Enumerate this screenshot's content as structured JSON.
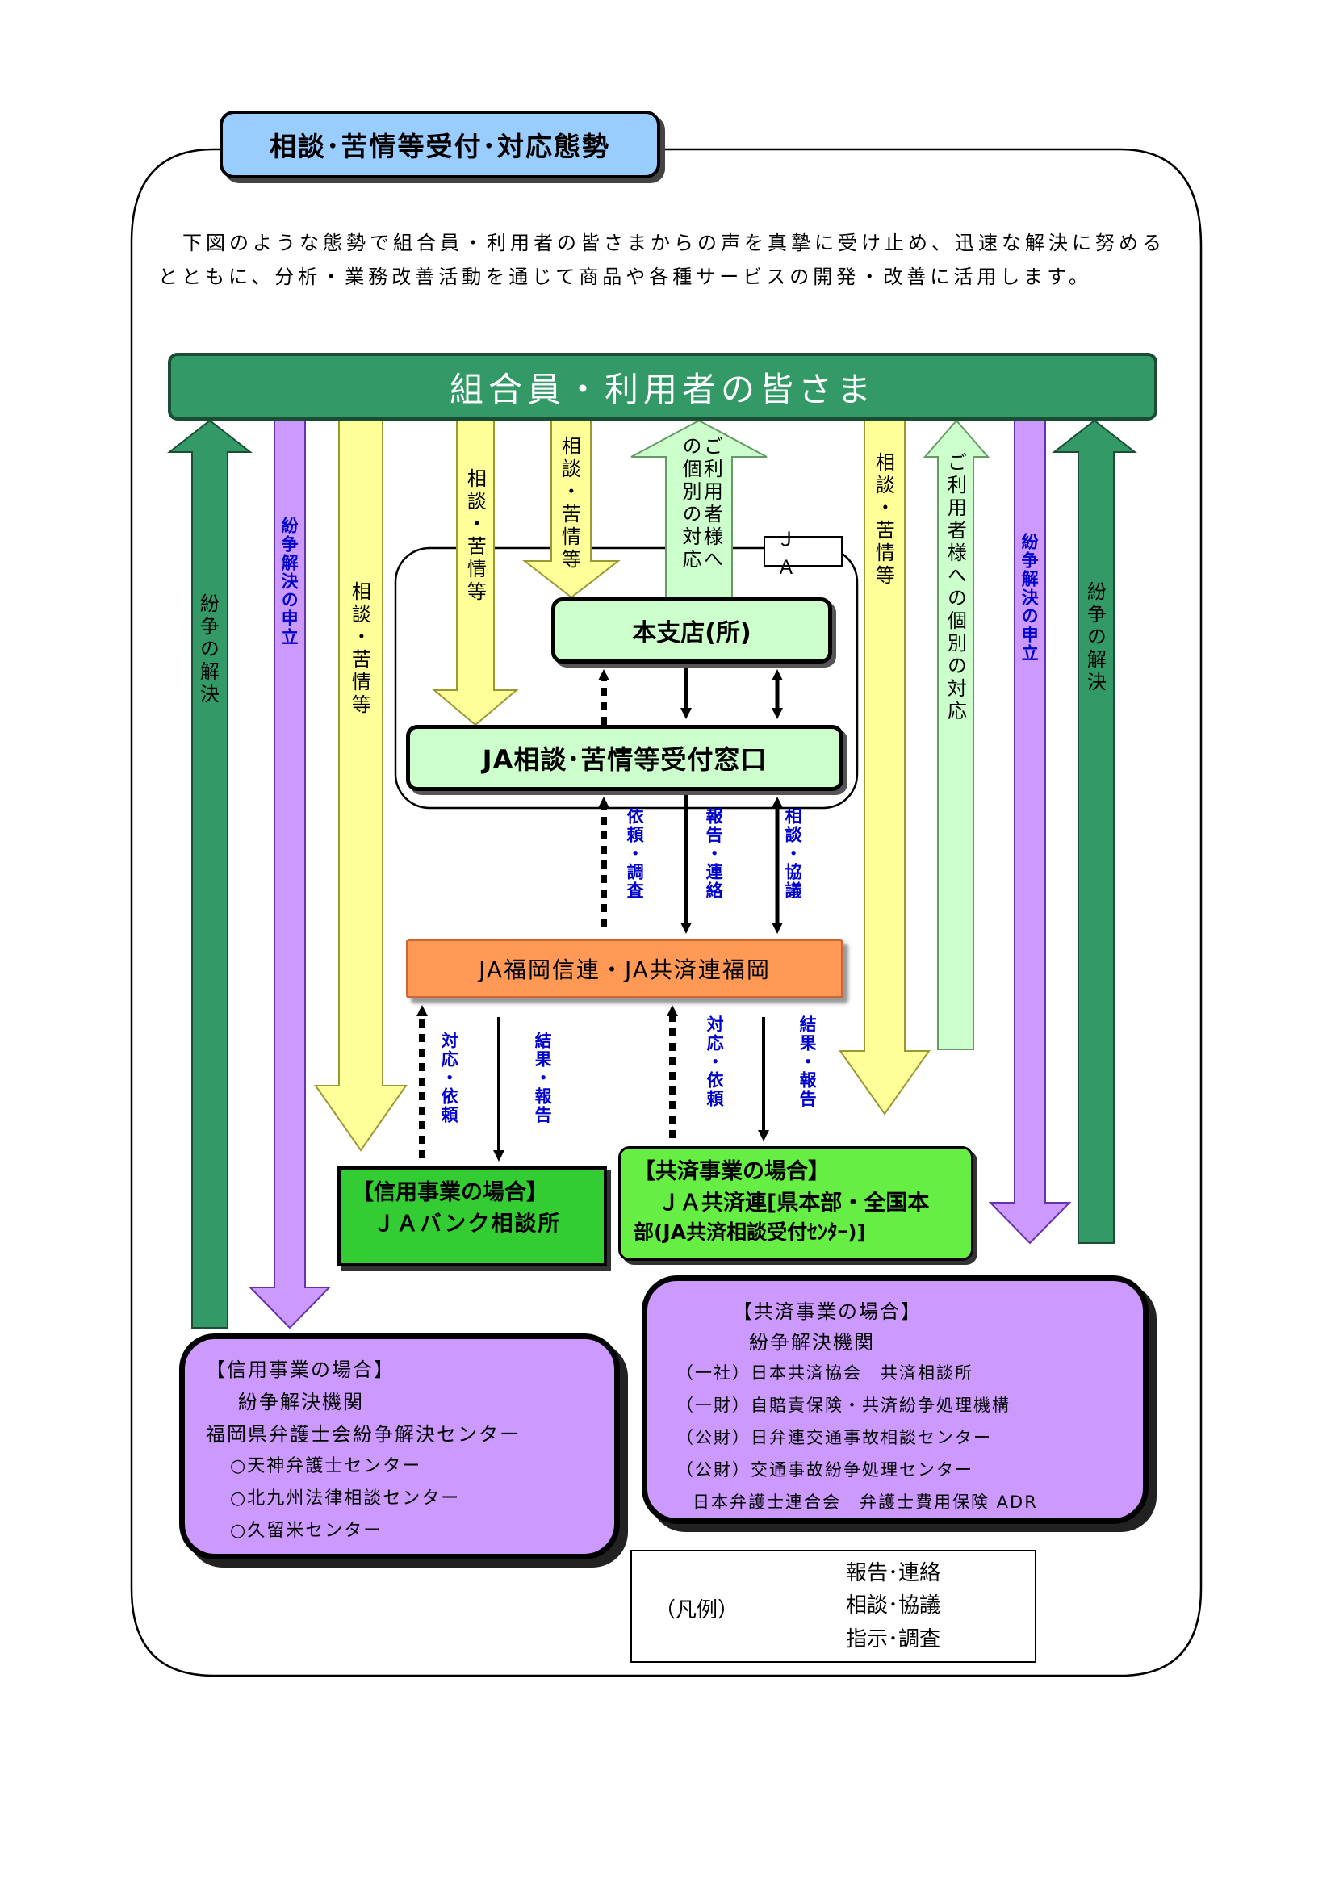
{
  "header": {
    "title": "相談･苦情等受付･対応態勢"
  },
  "intro": {
    "line1": "下図のような態勢で組合員・利用者の皆さまからの声を真摯に受け止め、迅速な解決に努める",
    "line2": "とともに、分析・業務改善活動を通じて商品や各種サービスの開発・改善に活用します。"
  },
  "banner": {
    "text": "組合員・利用者の皆さま"
  },
  "arrow_labels": {
    "dispute_resolution": "紛争の解決",
    "dispute_application": "紛争解決の申立",
    "consultation": "相談・苦情等",
    "individual_response": "ご利用者様への個別の対応"
  },
  "ja_label": "ＪＡ",
  "boxes": {
    "branch": "本支店(所)",
    "window": "JA相談･苦情等受付窓口",
    "federation": "JA福岡信連・JA共済連福岡",
    "credit_case": {
      "line1": "【信用事業の場合】",
      "line2": "ＪＡバンク相談所"
    },
    "mutual_case": {
      "line1": "【共済事業の場合】",
      "line2": "ＪＡ共済連[県本部・全国本",
      "line3": "部(JA共済相談受付ｾﾝﾀｰ)]"
    }
  },
  "flow_labels": {
    "request_investigate": "依頼・調査",
    "report_contact": "報告・連絡",
    "consult_discuss": "相談・協議",
    "respond_request": "対応・依頼",
    "result_report": "結果・報告"
  },
  "credit_dispute": {
    "title": "【信用事業の場合】",
    "subtitle": "紛争解決機関",
    "org": "福岡県弁護士会紛争解決センター",
    "centers": [
      "○天神弁護士センター",
      "○北九州法律相談センター",
      "○久留米センター"
    ]
  },
  "mutual_dispute": {
    "title": "【共済事業の場合】",
    "subtitle": "紛争解決機関",
    "orgs": [
      "（一社）日本共済協会　共済相談所",
      "（一財）自賠責保険・共済紛争処理機構",
      "（公財）日弁連交通事故相談センター",
      "（公財）交通事故紛争処理センター",
      "日本弁護士連合会　弁護士費用保険 ADR"
    ]
  },
  "legend": {
    "title": "（凡例）",
    "items": [
      "報告･連絡",
      "相談･協議",
      "指示･調査"
    ]
  },
  "colors": {
    "header_bg": "#99ccff",
    "banner": "#339966",
    "purple": "#cc99ff",
    "yellow": "#ffff99",
    "light_green": "#ccffcc",
    "orange": "#ff9955",
    "green_box": "#33cc33"
  }
}
